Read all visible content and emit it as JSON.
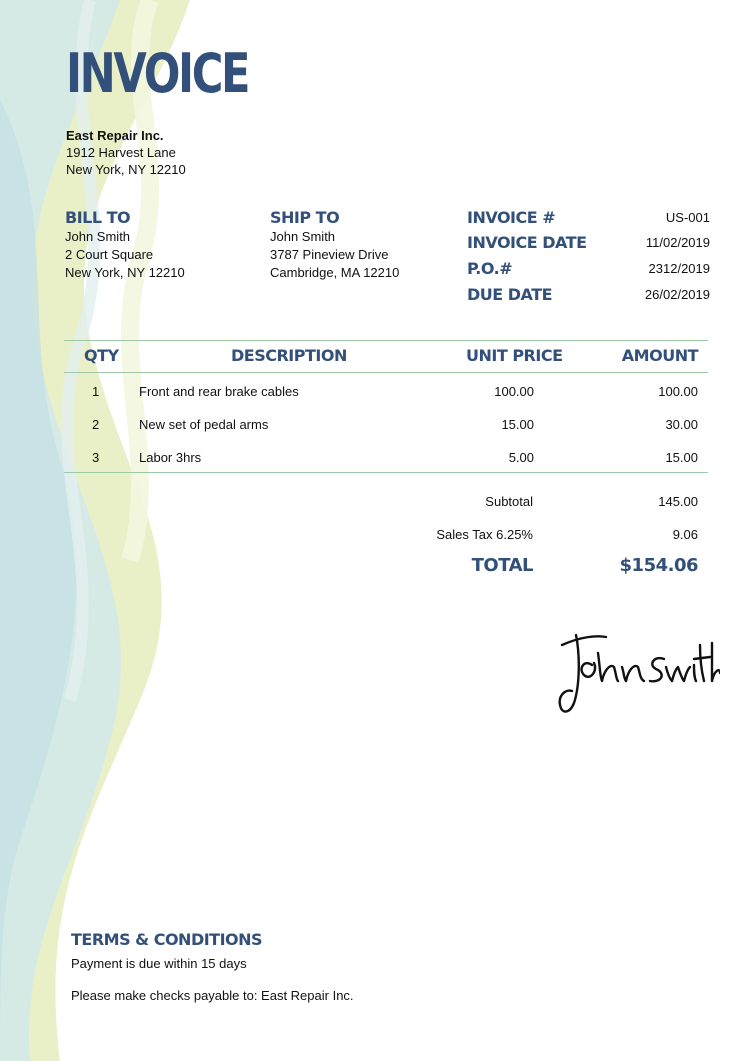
{
  "document": {
    "title": "INVOICE",
    "company": {
      "name": "East Repair Inc.",
      "address_line1": "1912 Harvest Lane",
      "address_line2": "New York, NY 12210"
    },
    "bill_to": {
      "heading": "BILL TO",
      "name": "John Smith",
      "address_line1": "2 Court Square",
      "address_line2": "New York, NY 12210"
    },
    "ship_to": {
      "heading": "SHIP TO",
      "name": "John Smith",
      "address_line1": "3787 Pineview Drive",
      "address_line2": "Cambridge, MA 12210"
    },
    "meta": [
      {
        "label": "INVOICE #",
        "value": "US-001"
      },
      {
        "label": "INVOICE DATE",
        "value": "11/02/2019"
      },
      {
        "label": "P.O.#",
        "value": "2312/2019"
      },
      {
        "label": "DUE DATE",
        "value": "26/02/2019"
      }
    ],
    "columns": {
      "qty": "QTY",
      "description": "DESCRIPTION",
      "unit_price": "UNIT PRICE",
      "amount": "AMOUNT"
    },
    "items": [
      {
        "qty": "1",
        "description": "Front and rear brake cables",
        "unit_price": "100.00",
        "amount": "100.00"
      },
      {
        "qty": "2",
        "description": "New set of pedal arms",
        "unit_price": "15.00",
        "amount": "30.00"
      },
      {
        "qty": "3",
        "description": "Labor 3hrs",
        "unit_price": "5.00",
        "amount": "15.00"
      }
    ],
    "totals": {
      "subtotal_label": "Subtotal",
      "subtotal_value": "145.00",
      "tax_label": "Sales Tax 6.25%",
      "tax_value": "9.06",
      "total_label": "TOTAL",
      "total_value": "$154.06"
    },
    "terms": {
      "heading": "TERMS & CONDITIONS",
      "line1": "Payment is due within 15 days",
      "line2": "Please make checks payable to: East Repair Inc."
    }
  },
  "colors": {
    "heading": "#33507a",
    "rule": "#9dc7a6",
    "wave_blue": "#cfe6ea",
    "wave_yellow": "#eef2c4"
  }
}
